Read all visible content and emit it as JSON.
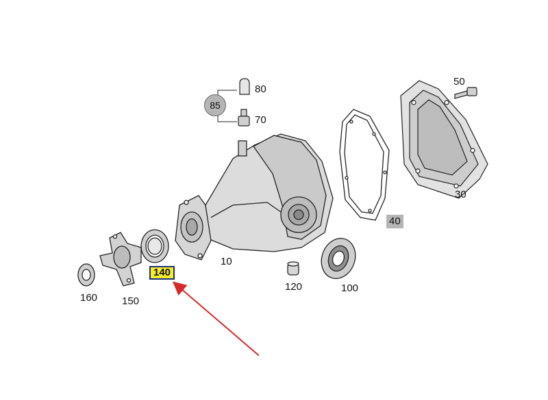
{
  "callouts": {
    "p10": "10",
    "p30": "30",
    "p40": "40",
    "p50": "50",
    "p70": "70",
    "p80": "80",
    "p85": "85",
    "p100": "100",
    "p120": "120",
    "p140": "140",
    "p150": "150",
    "p160": "160"
  },
  "colors": {
    "highlight_fill": "#f5ec2a",
    "highlight_border": "#1a2f7a",
    "badge_gray": "#b5b5b5",
    "arrow": "#d42a2a",
    "line": "#222222"
  }
}
